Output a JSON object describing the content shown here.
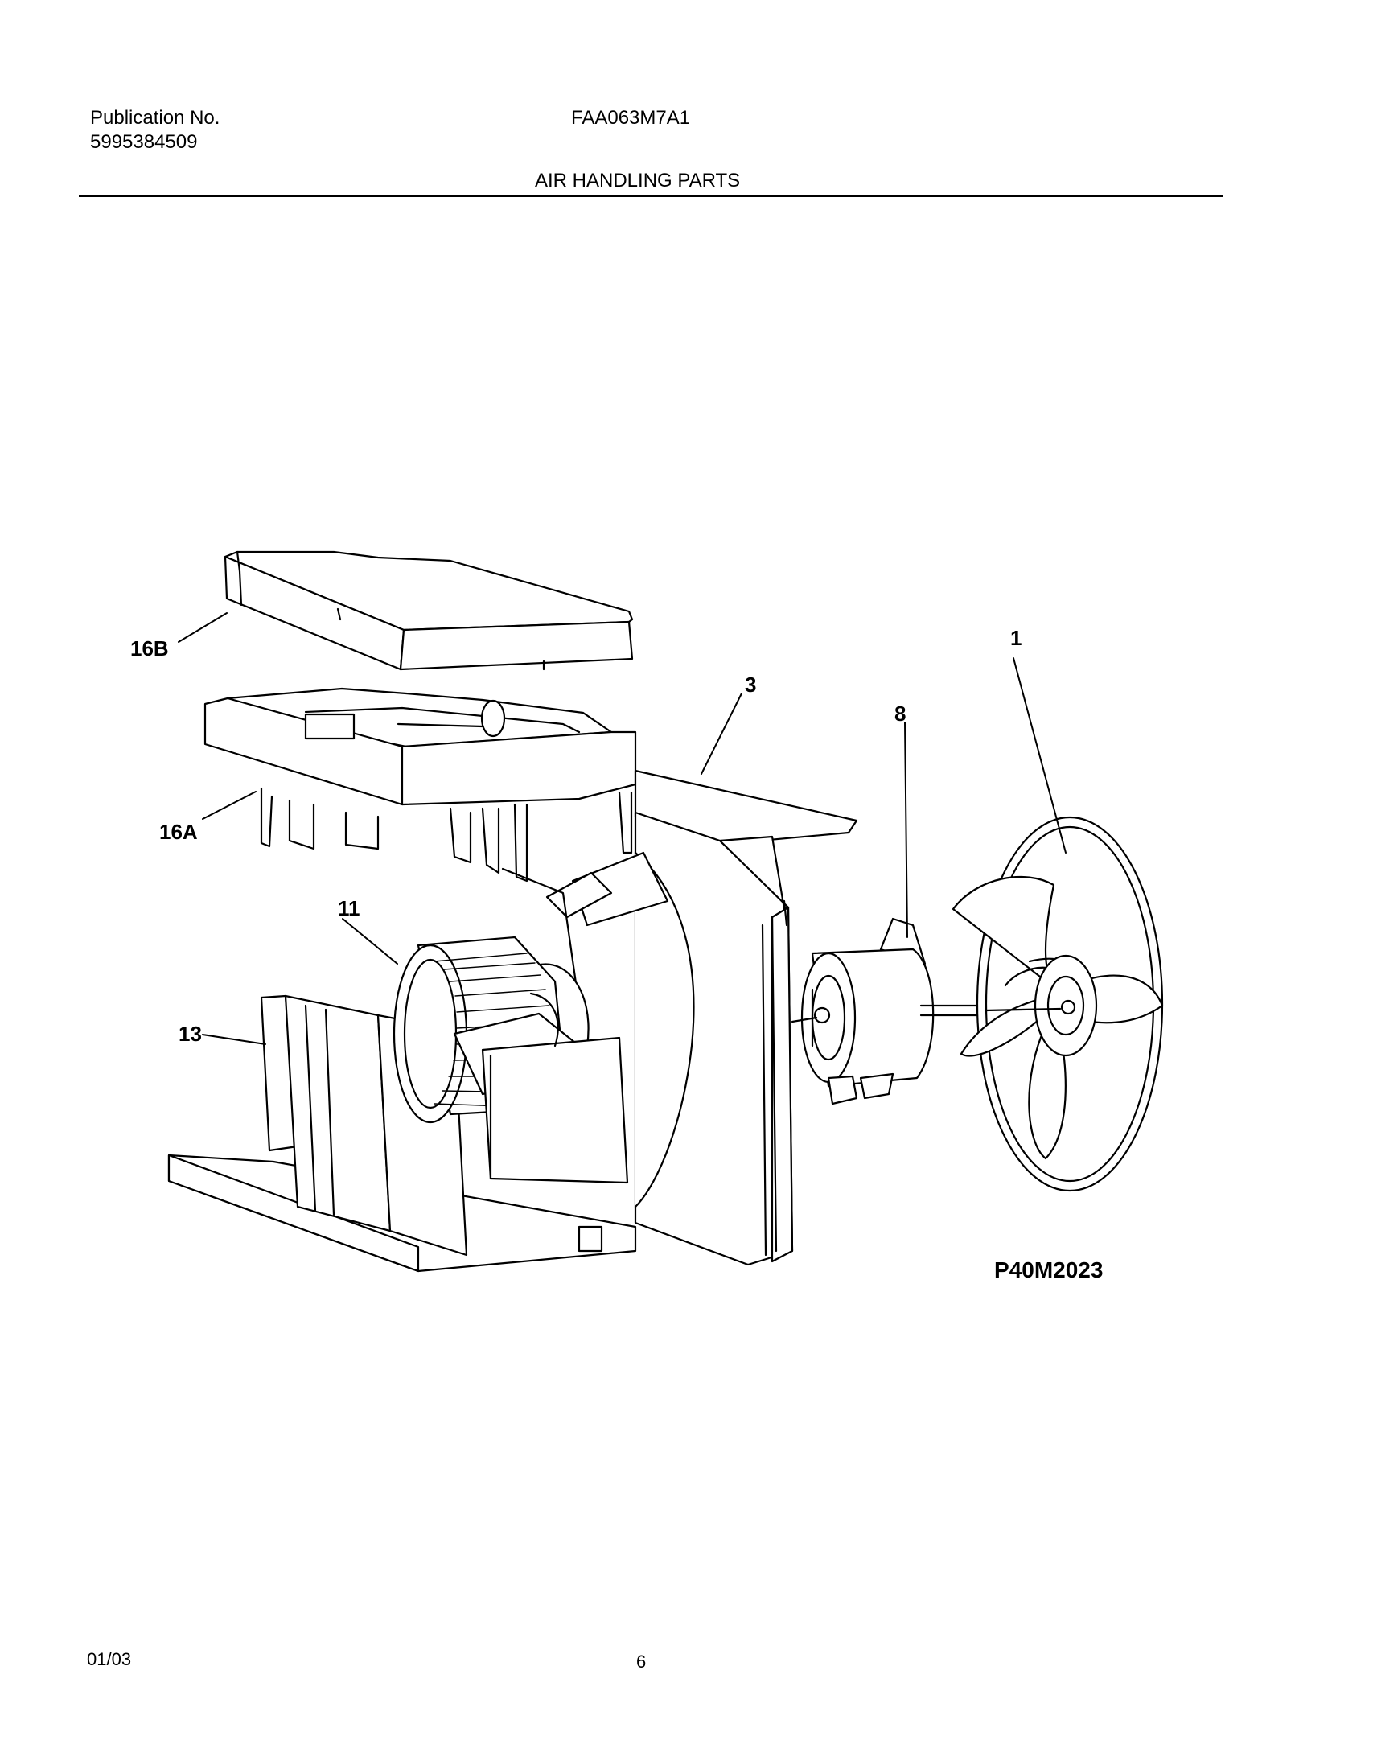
{
  "header": {
    "publication_label": "Publication No.",
    "publication_number": "5995384509",
    "model": "FAA063M7A1",
    "section_title": "AIR HANDLING PARTS"
  },
  "callouts": {
    "part_16b": "16B",
    "part_16a": "16A",
    "part_11": "11",
    "part_13": "13",
    "part_3": "3",
    "part_8": "8",
    "part_1": "1"
  },
  "drawing_code": "P40M2023",
  "footer": {
    "date": "01/03",
    "page": "6"
  }
}
